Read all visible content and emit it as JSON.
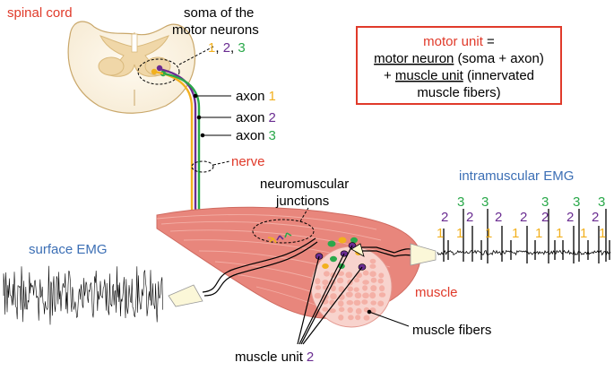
{
  "labels": {
    "spinal_cord": "spinal cord",
    "soma_line1": "soma of the",
    "soma_line2": "motor neurons",
    "soma_n1": "1",
    "soma_sep1": ", ",
    "soma_n2": "2",
    "soma_sep2": ", ",
    "soma_n3": "3",
    "axon_word": "axon",
    "axon_n1": "1",
    "axon_n2": "2",
    "axon_n3": "3",
    "nerve": "nerve",
    "nmj_line1": "neuromuscular",
    "nmj_line2": "junctions",
    "intramuscular_emg": "intramuscular EMG",
    "surface_emg": "surface EMG",
    "muscle": "muscle",
    "muscle_fibers": "muscle fibers",
    "muscle_unit_word": "muscle unit",
    "muscle_unit_n": "2"
  },
  "definition": {
    "term": "motor unit",
    "equals": " =",
    "part1_underlined": "motor neuron",
    "part1_rest": " (soma + axon)",
    "plus": "+ ",
    "part2_underlined": "muscle unit",
    "part2_rest": " (innervated",
    "line4": "muscle fibers)"
  },
  "spike_labels": [
    {
      "text": "3",
      "unit": 3
    },
    {
      "text": "3",
      "unit": 3
    },
    {
      "text": "3",
      "unit": 3
    },
    {
      "text": "3",
      "unit": 3
    },
    {
      "text": "3",
      "unit": 3
    },
    {
      "text": "2",
      "unit": 2
    },
    {
      "text": "2",
      "unit": 2
    },
    {
      "text": "2",
      "unit": 2
    },
    {
      "text": "2",
      "unit": 2
    },
    {
      "text": "2",
      "unit": 2
    },
    {
      "text": "2",
      "unit": 2
    },
    {
      "text": "2",
      "unit": 2
    },
    {
      "text": "1",
      "unit": 1
    },
    {
      "text": "1",
      "unit": 1
    },
    {
      "text": "1",
      "unit": 1
    },
    {
      "text": "1",
      "unit": 1
    },
    {
      "text": "1",
      "unit": 1
    },
    {
      "text": "1",
      "unit": 1
    },
    {
      "text": "1",
      "unit": 1
    },
    {
      "text": "1",
      "unit": 1
    }
  ],
  "colors": {
    "label_red": "#e03a2a",
    "emg_blue": "#3c6fb5",
    "unit1": "#f2b01e",
    "unit2": "#6a2c91",
    "unit3": "#2aa84a",
    "muscle": "#e8867c",
    "muscle_dark": "#d6685d",
    "fiber": "#f4b7ad",
    "cord_tan": "#f0d7a8",
    "box_border": "#e03a2a"
  }
}
